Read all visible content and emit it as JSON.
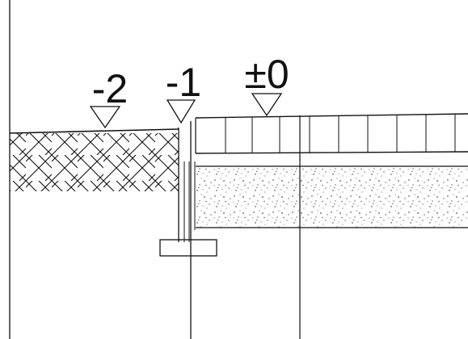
{
  "levels": [
    {
      "label": "-2"
    },
    {
      "label": "-1"
    },
    {
      "label": "±0"
    }
  ],
  "colors": {
    "ink": "#111111",
    "background": "#ffffff"
  }
}
